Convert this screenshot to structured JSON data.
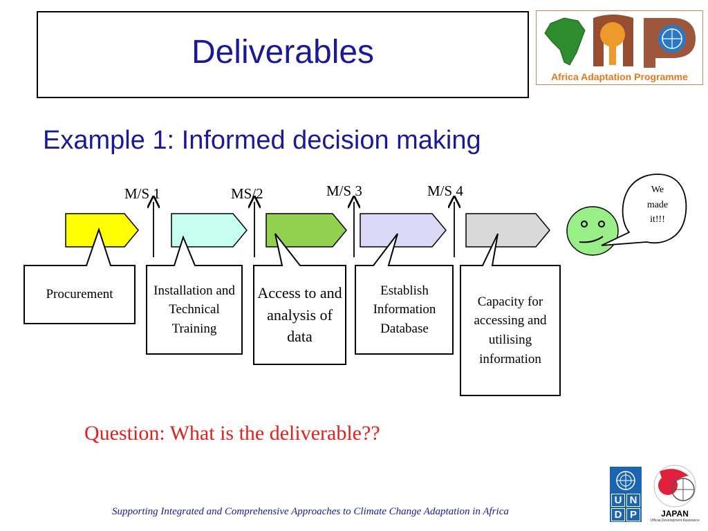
{
  "header": {
    "title": "Deliverables",
    "subtitle": "Example 1: Informed decision making"
  },
  "logo": {
    "caption": "Africa Adaptation Programme",
    "icons": [
      "africa-map-icon",
      "baobab-tree-icon",
      "un-emblem-icon"
    ]
  },
  "milestones": [
    {
      "label": "M/S 1"
    },
    {
      "label": "MS/2"
    },
    {
      "label": "M/S 3"
    },
    {
      "label": "M/S 4"
    }
  ],
  "stages": [
    {
      "label": "Procurement",
      "color": "#ffff00"
    },
    {
      "label": "Installation and Technical Training",
      "color": "#c6fff0"
    },
    {
      "label": "Access to and analysis of data",
      "color": "#92d050"
    },
    {
      "label": "Establish Information Database",
      "color": "#d9d9f7"
    },
    {
      "label": "Capacity for accessing and utilising information",
      "color": "#d9d9d9"
    }
  ],
  "bubble": {
    "text": "We made it!!!"
  },
  "smiley_color": "#99ee88",
  "question": "Question: What is the deliverable??",
  "footer": {
    "text": "Supporting Integrated and Comprehensive Approaches to Climate Change Adaptation in Africa",
    "undp_letters": [
      "U",
      "N",
      "D",
      "P"
    ],
    "japan_label": "JAPAN",
    "japan_sub": "Official Development Assistance"
  },
  "colors": {
    "title": "#1a1a99",
    "question": "#e0201c"
  }
}
